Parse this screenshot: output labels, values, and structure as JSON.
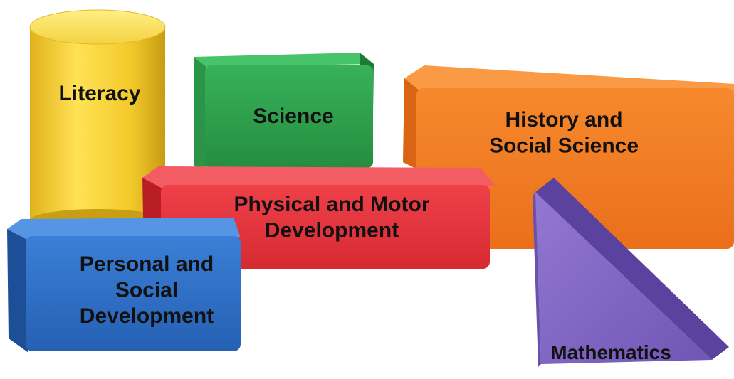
{
  "diagram": {
    "blocks": [
      {
        "id": "literacy",
        "shape": "cylinder",
        "color": "#f2cc2c",
        "lines": [
          "Literacy"
        ]
      },
      {
        "id": "science",
        "shape": "box",
        "color": "#2fa14c",
        "lines": [
          "Science"
        ]
      },
      {
        "id": "history",
        "shape": "box",
        "color": "#f07a24",
        "lines": [
          "History and",
          "Social Science"
        ]
      },
      {
        "id": "physical",
        "shape": "box",
        "color": "#e3343c",
        "lines": [
          "Physical and Motor",
          "Development"
        ]
      },
      {
        "id": "personal",
        "shape": "box",
        "color": "#2e6fc4",
        "lines": [
          "Personal and",
          "Social",
          "Development"
        ]
      },
      {
        "id": "math",
        "shape": "wedge",
        "color": "#8067c0",
        "lines": [
          "Mathematics"
        ]
      }
    ]
  }
}
